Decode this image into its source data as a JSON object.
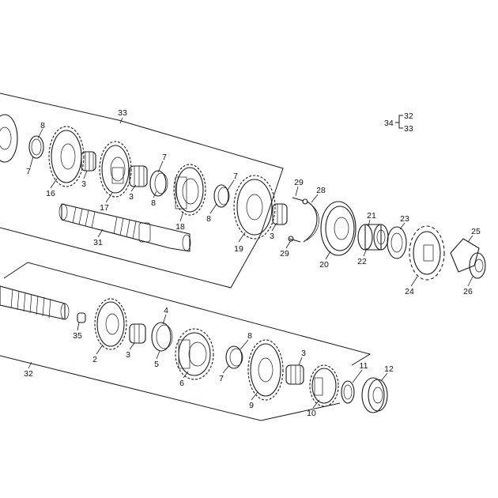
{
  "labels": {
    "l1": "33",
    "l2": "8",
    "l3": "7",
    "l4": "16",
    "l5": "3",
    "l6": "17",
    "l7": "3",
    "l8": "7",
    "l9": "8",
    "l10": "18",
    "l11": "7",
    "l12": "8",
    "l13": "19",
    "l14": "3",
    "l15": "31",
    "l16": "29",
    "l17": "28",
    "l18": "29",
    "l19": "20",
    "l20": "21",
    "l21": "22",
    "l22": "23",
    "l23": "24",
    "l24": "25",
    "l25": "26",
    "l26": "35",
    "l27": "2",
    "l28": "3",
    "l29": "4",
    "l30": "5",
    "l31": "6",
    "l32": "7",
    "l33": "8",
    "l34": "9",
    "l35": "3",
    "l36": "10",
    "l37": "11",
    "l38": "12",
    "l39": "32"
  },
  "legend": {
    "parent": "34",
    "child_a": "32",
    "child_b": "33"
  }
}
